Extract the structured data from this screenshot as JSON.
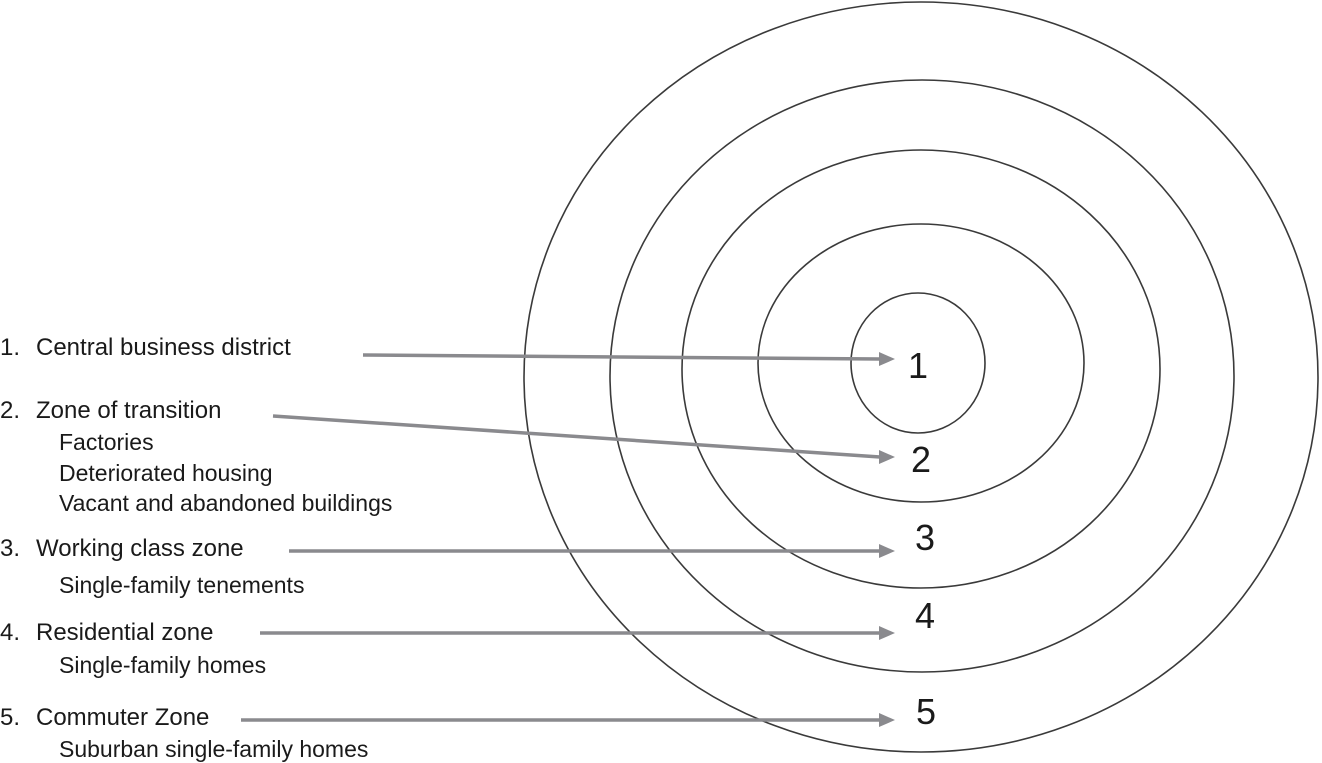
{
  "zones": [
    {
      "number": "1",
      "list_number": "1.",
      "title": "Central business district",
      "details": []
    },
    {
      "number": "2",
      "list_number": "2.",
      "title": "Zone of transition",
      "details": [
        "Factories",
        "Deteriorated housing",
        "Vacant and abandoned buildings"
      ]
    },
    {
      "number": "3",
      "list_number": "3.",
      "title": "Working class zone",
      "details": [
        "Single-family tenements"
      ]
    },
    {
      "number": "4",
      "list_number": "4.",
      "title": "Residential zone",
      "details": [
        "Single-family homes"
      ]
    },
    {
      "number": "5",
      "list_number": "5.",
      "title": "Commuter Zone",
      "details": [
        "Suburban single-family homes"
      ]
    }
  ],
  "colors": {
    "ring_stroke": "#3a3a3a",
    "arrow": "#8a8a8e",
    "text": "#1a1a1a"
  }
}
